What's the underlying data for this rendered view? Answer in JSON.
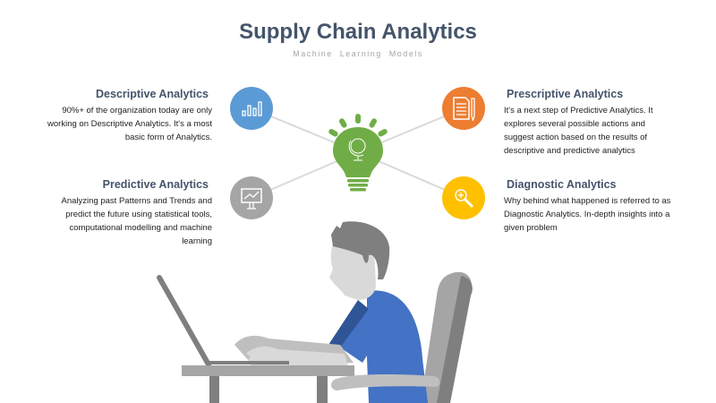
{
  "header": {
    "title": "Supply Chain Analytics",
    "subtitle": "Machine  Learning  Models"
  },
  "items": [
    {
      "title": "Descriptive Analytics",
      "text": "90%+  of the organization today are only working on Descriptive Analytics.  It's a most basic form of Analytics.",
      "icon": "bar-chart-icon",
      "color": "#5b9bd5"
    },
    {
      "title": "Predictive Analytics",
      "text": "Analyzing past Patterns and Trends  and predict the future using statistical  tools, computational modelling and machine learning",
      "icon": "presentation-chart-icon",
      "color": "#a5a5a5"
    },
    {
      "title": "Prescriptive Analytics",
      "text": "It's a next step  of Predictive  Analytics.  It explores several  possible  actions and suggest action based on the results  of descriptive  and  predictive analytics",
      "icon": "document-pencil-icon",
      "color": "#ed7d31"
    },
    {
      "title": "Diagnostic  Analytics",
      "text": "Why behind what happened is referred  to as Diagnostic Analytics.   In-depth insights into a given problem",
      "icon": "magnifier-icon",
      "color": "#ffc000"
    }
  ],
  "center": {
    "icon": "lightbulb-globe-icon",
    "color": "#70ad47"
  }
}
